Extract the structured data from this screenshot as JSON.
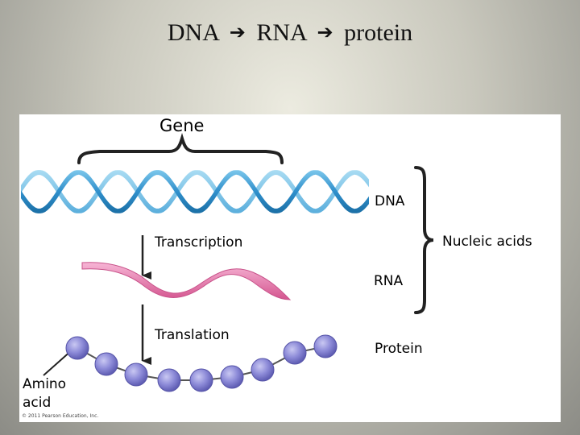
{
  "slide": {
    "title_parts": [
      "DNA",
      "RNA",
      "protein"
    ],
    "arrow_glyph": "➔"
  },
  "labels": {
    "gene": "Gene",
    "dna": "DNA",
    "nucleic_acids": "Nucleic acids",
    "transcription": "Transcription",
    "rna": "RNA",
    "translation": "Translation",
    "protein": "Protein",
    "amino_acid_line1": "Amino",
    "amino_acid_line2": "acid",
    "copyright": "© 2011 Pearson Education, Inc."
  },
  "colors": {
    "dna_strand": "#3a9bd0",
    "rna_strand": "#e07ab0",
    "amino_acid_bead": "#8c8ad6"
  }
}
